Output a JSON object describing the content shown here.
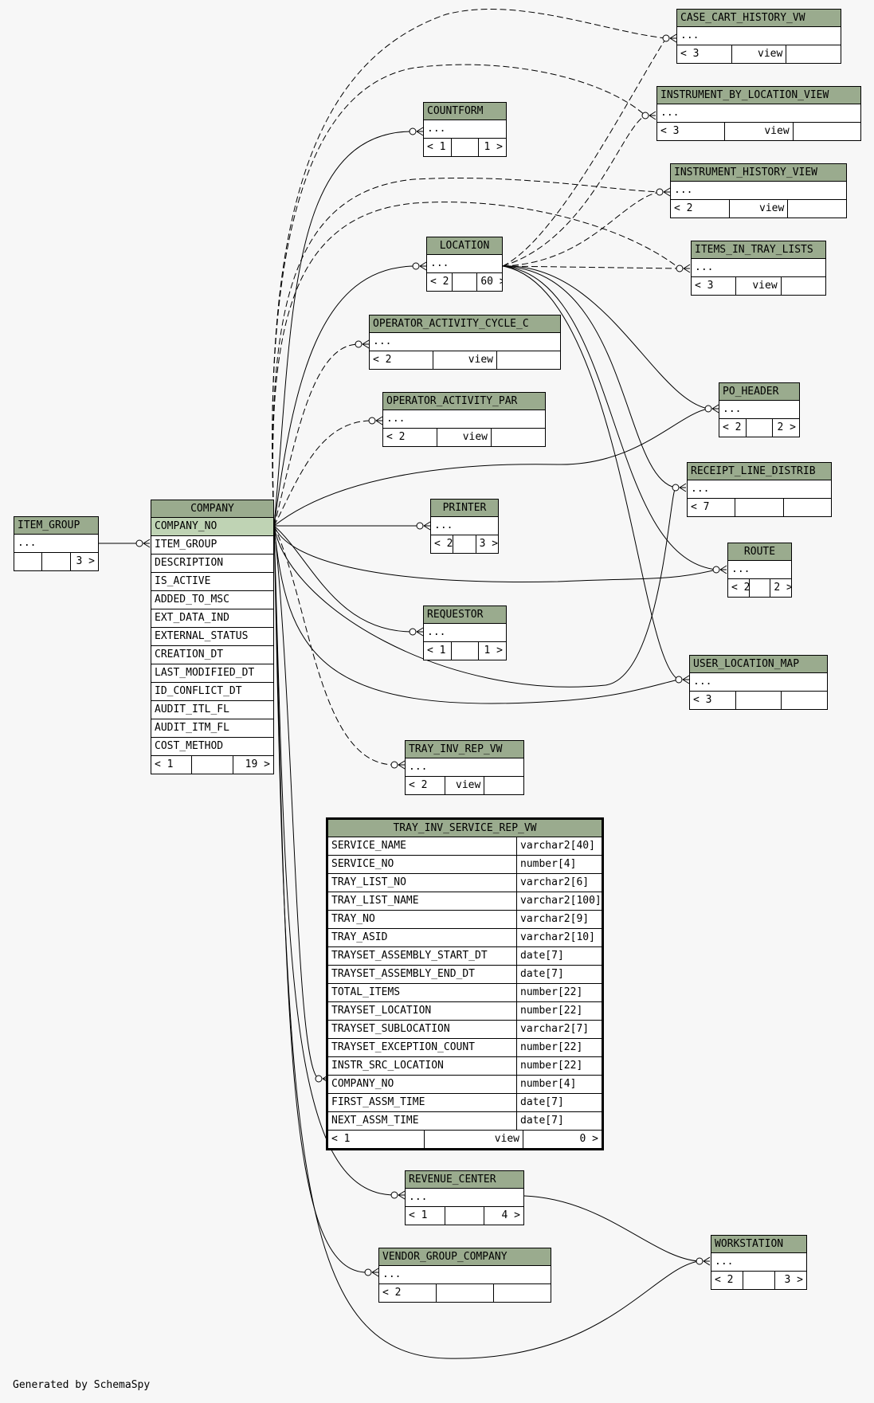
{
  "footer": {
    "generated_by": "Generated by SchemaSpy"
  },
  "tables": {
    "case_cart_history_vw": {
      "name": "CASE_CART_HISTORY_VW",
      "rows": [
        "..."
      ],
      "footer": [
        "< 3",
        "view",
        ""
      ]
    },
    "instrument_by_location_view": {
      "name": "INSTRUMENT_BY_LOCATION_VIEW",
      "rows": [
        "..."
      ],
      "footer": [
        "< 3",
        "view",
        ""
      ]
    },
    "instrument_history_view": {
      "name": "INSTRUMENT_HISTORY_VIEW",
      "rows": [
        "..."
      ],
      "footer": [
        "< 2",
        "view",
        ""
      ]
    },
    "items_in_tray_lists": {
      "name": "ITEMS_IN_TRAY_LISTS",
      "rows": [
        "..."
      ],
      "footer": [
        "< 3",
        "view",
        ""
      ]
    },
    "countform": {
      "name": "COUNTFORM",
      "rows": [
        "..."
      ],
      "footer": [
        "< 1",
        "",
        "1 >"
      ]
    },
    "location": {
      "name": "LOCATION",
      "rows": [
        "..."
      ],
      "footer": [
        "< 2",
        "",
        "60 >"
      ]
    },
    "operator_activity_cycle_c": {
      "name": "OPERATOR_ACTIVITY_CYCLE_C",
      "rows": [
        "..."
      ],
      "footer": [
        "< 2",
        "view",
        ""
      ]
    },
    "operator_activity_par": {
      "name": "OPERATOR_ACTIVITY_PAR",
      "rows": [
        "..."
      ],
      "footer": [
        "< 2",
        "view",
        ""
      ]
    },
    "po_header": {
      "name": "PO_HEADER",
      "rows": [
        "..."
      ],
      "footer": [
        "< 2",
        "",
        "2 >"
      ]
    },
    "receipt_line_distrib": {
      "name": "RECEIPT_LINE_DISTRIB",
      "rows": [
        "..."
      ],
      "footer": [
        "< 7",
        "",
        ""
      ]
    },
    "printer": {
      "name": "PRINTER",
      "rows": [
        "..."
      ],
      "footer": [
        "< 2",
        "",
        "3 >"
      ]
    },
    "route": {
      "name": "ROUTE",
      "rows": [
        "..."
      ],
      "footer": [
        "< 2",
        "",
        "2 >"
      ]
    },
    "requestor": {
      "name": "REQUESTOR",
      "rows": [
        "..."
      ],
      "footer": [
        "< 1",
        "",
        "1 >"
      ]
    },
    "user_location_map": {
      "name": "USER_LOCATION_MAP",
      "rows": [
        "..."
      ],
      "footer": [
        "< 3",
        "",
        ""
      ]
    },
    "tray_inv_rep_vw": {
      "name": "TRAY_INV_REP_VW",
      "rows": [
        "..."
      ],
      "footer": [
        "< 2",
        "view",
        ""
      ]
    },
    "item_group": {
      "name": "ITEM_GROUP",
      "rows": [
        "..."
      ],
      "footer": [
        "",
        "",
        "3 >"
      ]
    },
    "company": {
      "name": "COMPANY",
      "pk": "COMPANY_NO",
      "rows": [
        "ITEM_GROUP",
        "DESCRIPTION",
        "IS_ACTIVE",
        "ADDED_TO_MSC",
        "EXT_DATA_IND",
        "EXTERNAL_STATUS",
        "CREATION_DT",
        "LAST_MODIFIED_DT",
        "ID_CONFLICT_DT",
        "AUDIT_ITL_FL",
        "AUDIT_ITM_FL",
        "COST_METHOD"
      ],
      "footer": [
        "< 1",
        "",
        "19 >"
      ]
    },
    "tray_inv_service_rep_vw": {
      "name": "TRAY_INV_SERVICE_REP_VW",
      "columns": [
        {
          "name": "SERVICE_NAME",
          "type": "varchar2[40]"
        },
        {
          "name": "SERVICE_NO",
          "type": "number[4]"
        },
        {
          "name": "TRAY_LIST_NO",
          "type": "varchar2[6]"
        },
        {
          "name": "TRAY_LIST_NAME",
          "type": "varchar2[100]"
        },
        {
          "name": "TRAY_NO",
          "type": "varchar2[9]"
        },
        {
          "name": "TRAY_ASID",
          "type": "varchar2[10]"
        },
        {
          "name": "TRAYSET_ASSEMBLY_START_DT",
          "type": "date[7]"
        },
        {
          "name": "TRAYSET_ASSEMBLY_END_DT",
          "type": "date[7]"
        },
        {
          "name": "TOTAL_ITEMS",
          "type": "number[22]"
        },
        {
          "name": "TRAYSET_LOCATION",
          "type": "number[22]"
        },
        {
          "name": "TRAYSET_SUBLOCATION",
          "type": "varchar2[7]"
        },
        {
          "name": "TRAYSET_EXCEPTION_COUNT",
          "type": "number[22]"
        },
        {
          "name": "INSTR_SRC_LOCATION",
          "type": "number[22]"
        },
        {
          "name": "COMPANY_NO",
          "type": "number[4]"
        },
        {
          "name": "FIRST_ASSM_TIME",
          "type": "date[7]"
        },
        {
          "name": "NEXT_ASSM_TIME",
          "type": "date[7]"
        }
      ],
      "footer": [
        "< 1",
        "view",
        "0 >"
      ]
    },
    "revenue_center": {
      "name": "REVENUE_CENTER",
      "rows": [
        "..."
      ],
      "footer": [
        "< 1",
        "",
        "4 >"
      ]
    },
    "vendor_group_company": {
      "name": "VENDOR_GROUP_COMPANY",
      "rows": [
        "..."
      ],
      "footer": [
        "< 2",
        "",
        ""
      ]
    },
    "workstation": {
      "name": "WORKSTATION",
      "rows": [
        "..."
      ],
      "footer": [
        "< 2",
        "",
        "3 >"
      ]
    }
  }
}
